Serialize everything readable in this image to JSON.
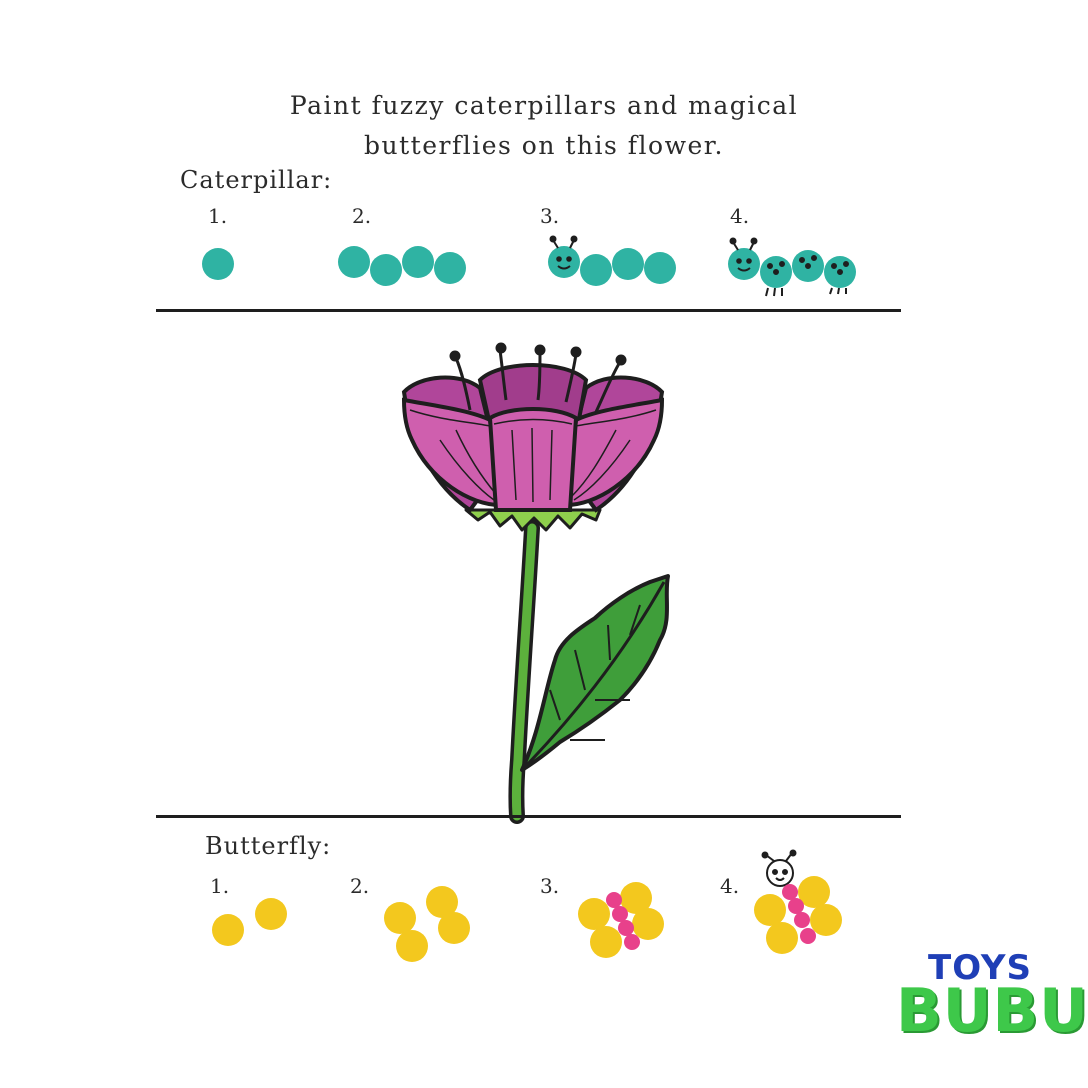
{
  "instructions": {
    "line1": "Paint fuzzy caterpillars and magical",
    "line2": "butterflies on this flower."
  },
  "caterpillar": {
    "label": "Caterpillar:",
    "steps": [
      "1.",
      "2.",
      "3.",
      "4."
    ]
  },
  "butterfly": {
    "label": "Butterfly:",
    "steps": [
      "1.",
      "2.",
      "3.",
      "4."
    ]
  },
  "logo": {
    "top": "TOYS",
    "bottom": "BUBU"
  },
  "colors": {
    "caterpillar_teal": "#2fb3a3",
    "butterfly_yellow": "#f3c81e",
    "butterfly_pink": "#e8418b",
    "petal_magenta": "#b0469a",
    "petal_pink": "#cf5fae",
    "stem_green": "#5cb13c",
    "leaf_green": "#3f9e3a",
    "logo_blue": "#1f3fb6",
    "logo_green": "#3ec84a"
  }
}
